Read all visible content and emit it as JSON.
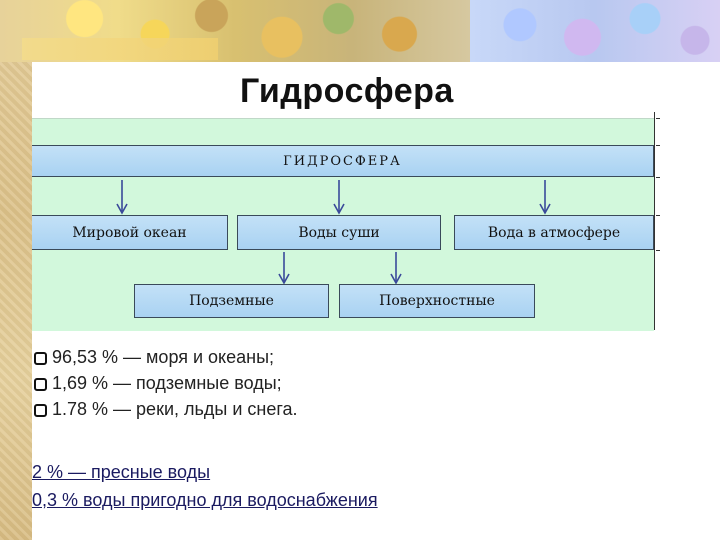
{
  "title": "Гидросфера",
  "diagram": {
    "root": "ГИДРОСФЕРА",
    "level1": [
      "Мировой океан",
      "Воды суши",
      "Вода в атмосфере"
    ],
    "level2": [
      "Подземные",
      "Поверхностные"
    ]
  },
  "bullets": [
    "96,53 % — моря и океаны;",
    "1,69 % — подземные воды;",
    "1.78 % — реки, льды и снега."
  ],
  "links": [
    "2 % — пресные воды",
    "0,3 % воды пригодно для водоснабжения"
  ],
  "colors": {
    "diagram_background": "#d2f8dc",
    "box_fill": "#b6d9f5",
    "text": "#222222",
    "link": "#1a1a60"
  }
}
